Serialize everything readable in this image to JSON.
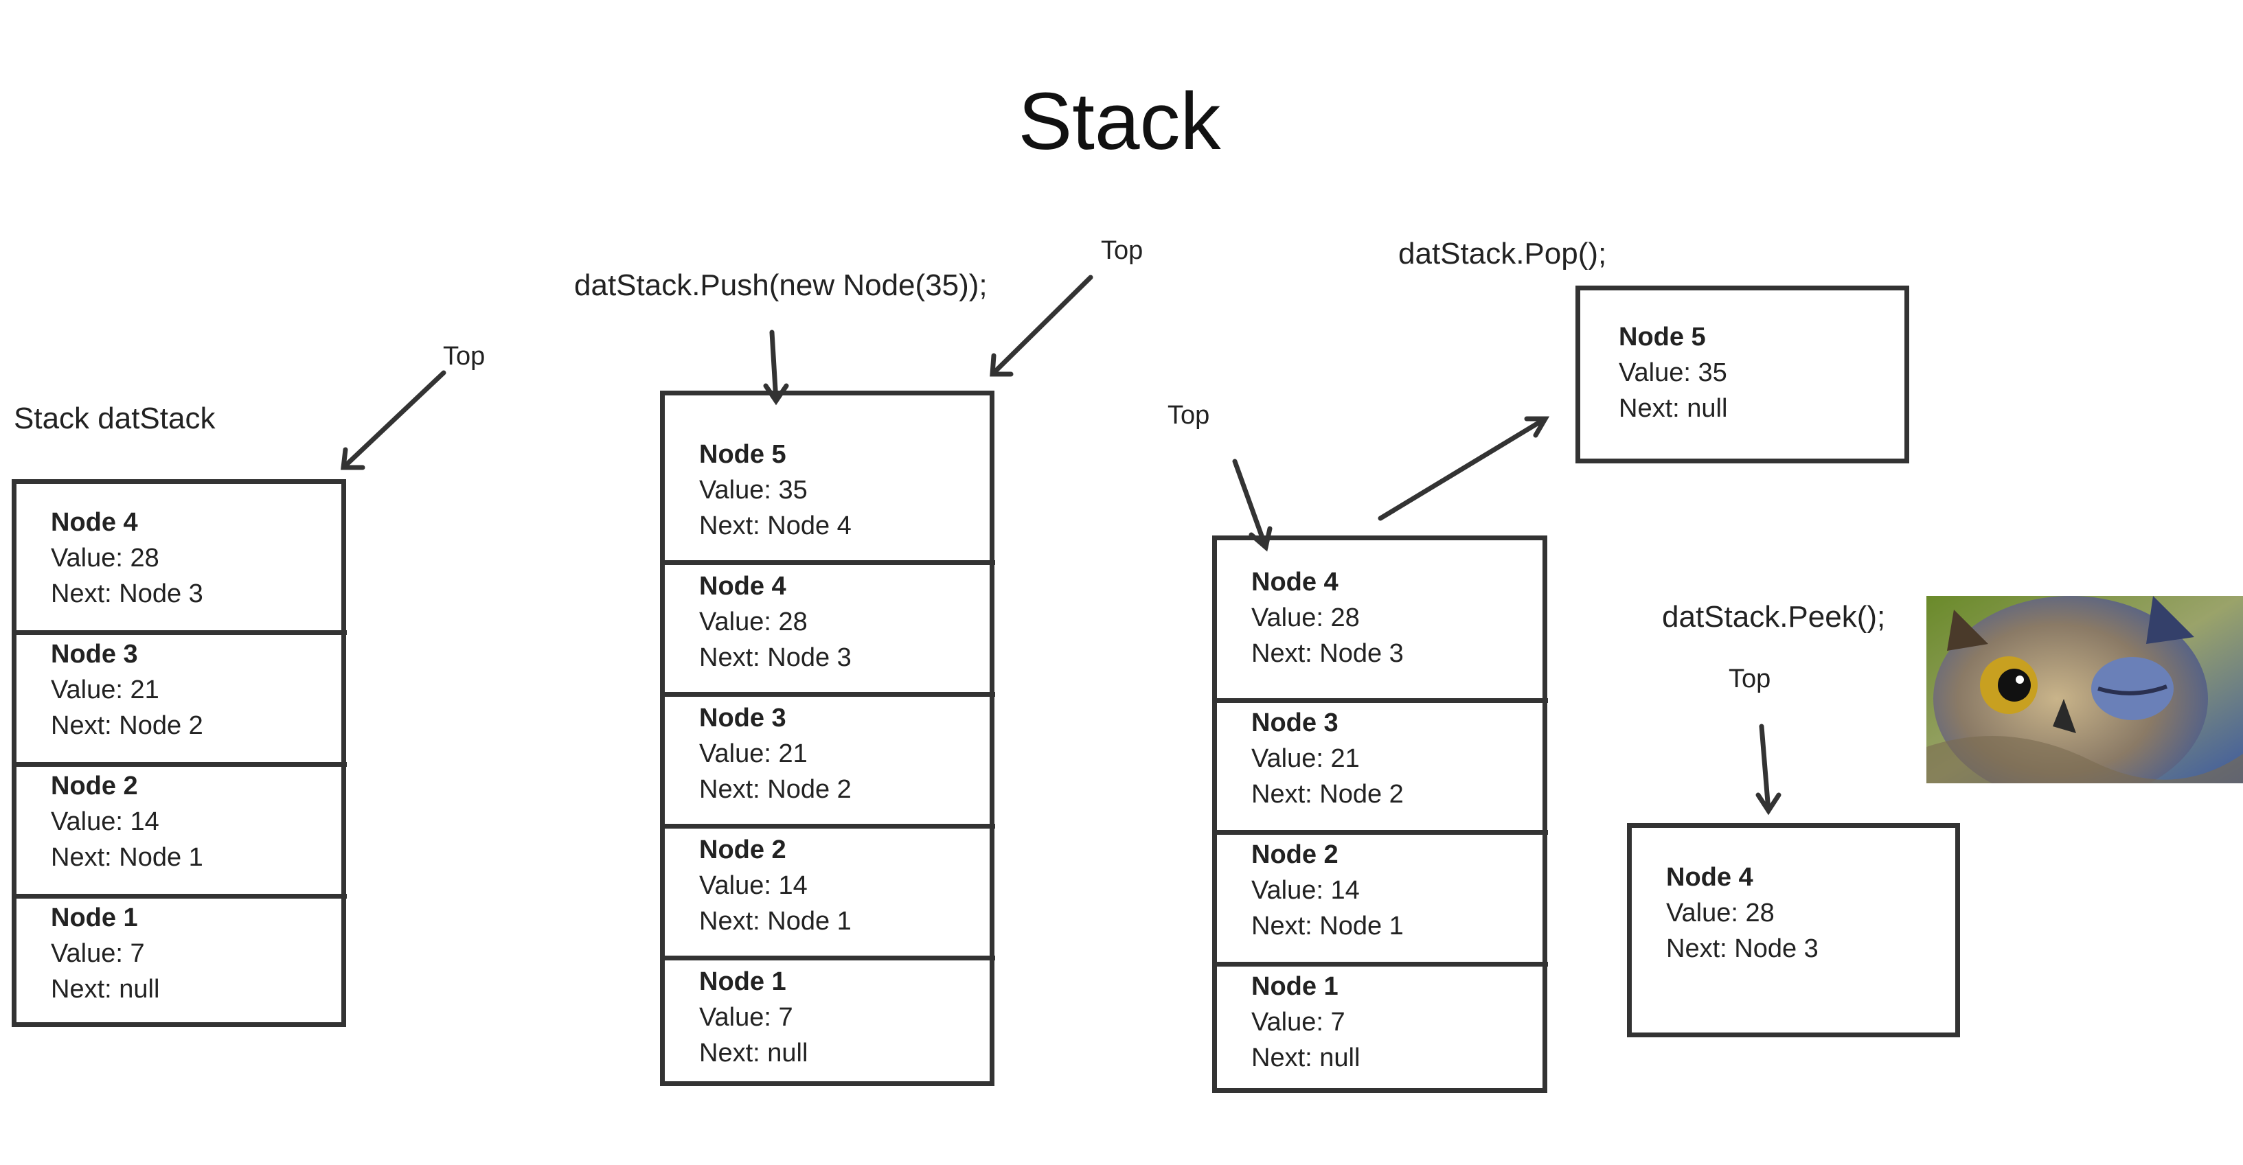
{
  "title": "Stack",
  "stack_label": "Stack datStack",
  "top_label": "Top",
  "operations": {
    "push": "datStack.Push(new Node(35));",
    "pop": "datStack.Pop();",
    "peek": "datStack.Peek();"
  },
  "stacks": {
    "initial": [
      {
        "name": "Node 4",
        "value": "Value: 28",
        "next": "Next: Node 3"
      },
      {
        "name": "Node 3",
        "value": "Value: 21",
        "next": "Next: Node 2"
      },
      {
        "name": "Node 2",
        "value": "Value: 14",
        "next": "Next: Node 1"
      },
      {
        "name": "Node 1",
        "value": "Value: 7",
        "next": "Next: null"
      }
    ],
    "after_push": [
      {
        "name": "Node 5",
        "value": "Value: 35",
        "next": "Next: Node 4"
      },
      {
        "name": "Node 4",
        "value": "Value: 28",
        "next": "Next: Node 3"
      },
      {
        "name": "Node 3",
        "value": "Value: 21",
        "next": "Next: Node 2"
      },
      {
        "name": "Node 2",
        "value": "Value: 14",
        "next": "Next: Node 1"
      },
      {
        "name": "Node 1",
        "value": "Value: 7",
        "next": "Next: null"
      }
    ],
    "after_pop": [
      {
        "name": "Node 4",
        "value": "Value: 28",
        "next": "Next: Node 3"
      },
      {
        "name": "Node 3",
        "value": "Value: 21",
        "next": "Next: Node 2"
      },
      {
        "name": "Node 2",
        "value": "Value: 14",
        "next": "Next: Node 1"
      },
      {
        "name": "Node 1",
        "value": "Value: 7",
        "next": "Next: null"
      }
    ],
    "popped": {
      "name": "Node 5",
      "value": "Value: 35",
      "next": "Next: null"
    },
    "peeked": {
      "name": "Node 4",
      "value": "Value: 28",
      "next": "Next: Node 3"
    }
  },
  "colors": {
    "stroke": "#333333",
    "text": "#222222",
    "background": "#ffffff"
  }
}
